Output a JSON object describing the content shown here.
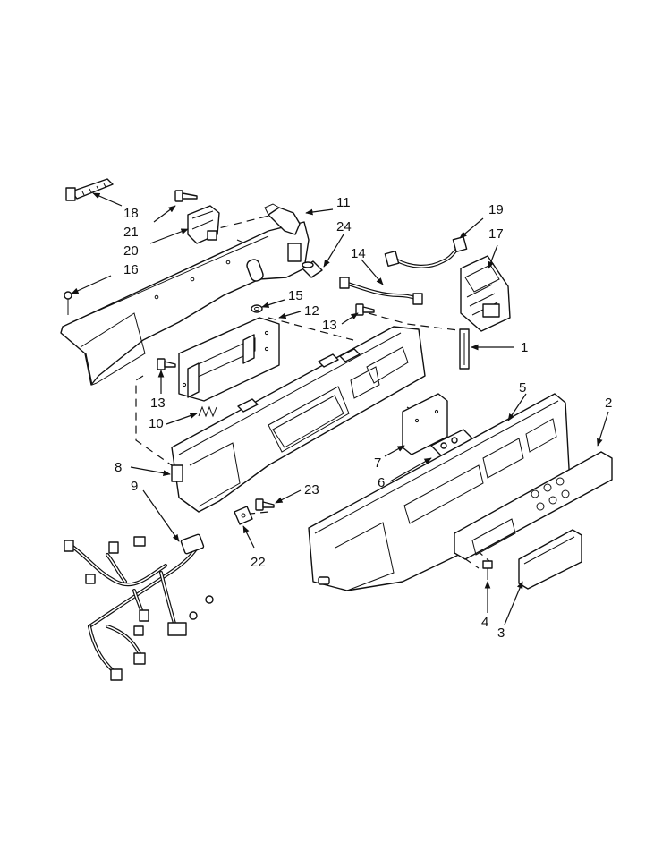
{
  "callouts": {
    "c1": "1",
    "c2": "2",
    "c3": "3",
    "c4": "4",
    "c5": "5",
    "c6": "6",
    "c7": "7",
    "c8": "8",
    "c9": "9",
    "c10": "10",
    "c11": "11",
    "c12": "12",
    "c13a": "13",
    "c13b": "13",
    "c14": "14",
    "c15": "15",
    "c16": "16",
    "c17": "17",
    "c18": "18",
    "c19": "19",
    "c20": "20",
    "c21": "21",
    "c22": "22",
    "c23": "23",
    "c24": "24"
  }
}
